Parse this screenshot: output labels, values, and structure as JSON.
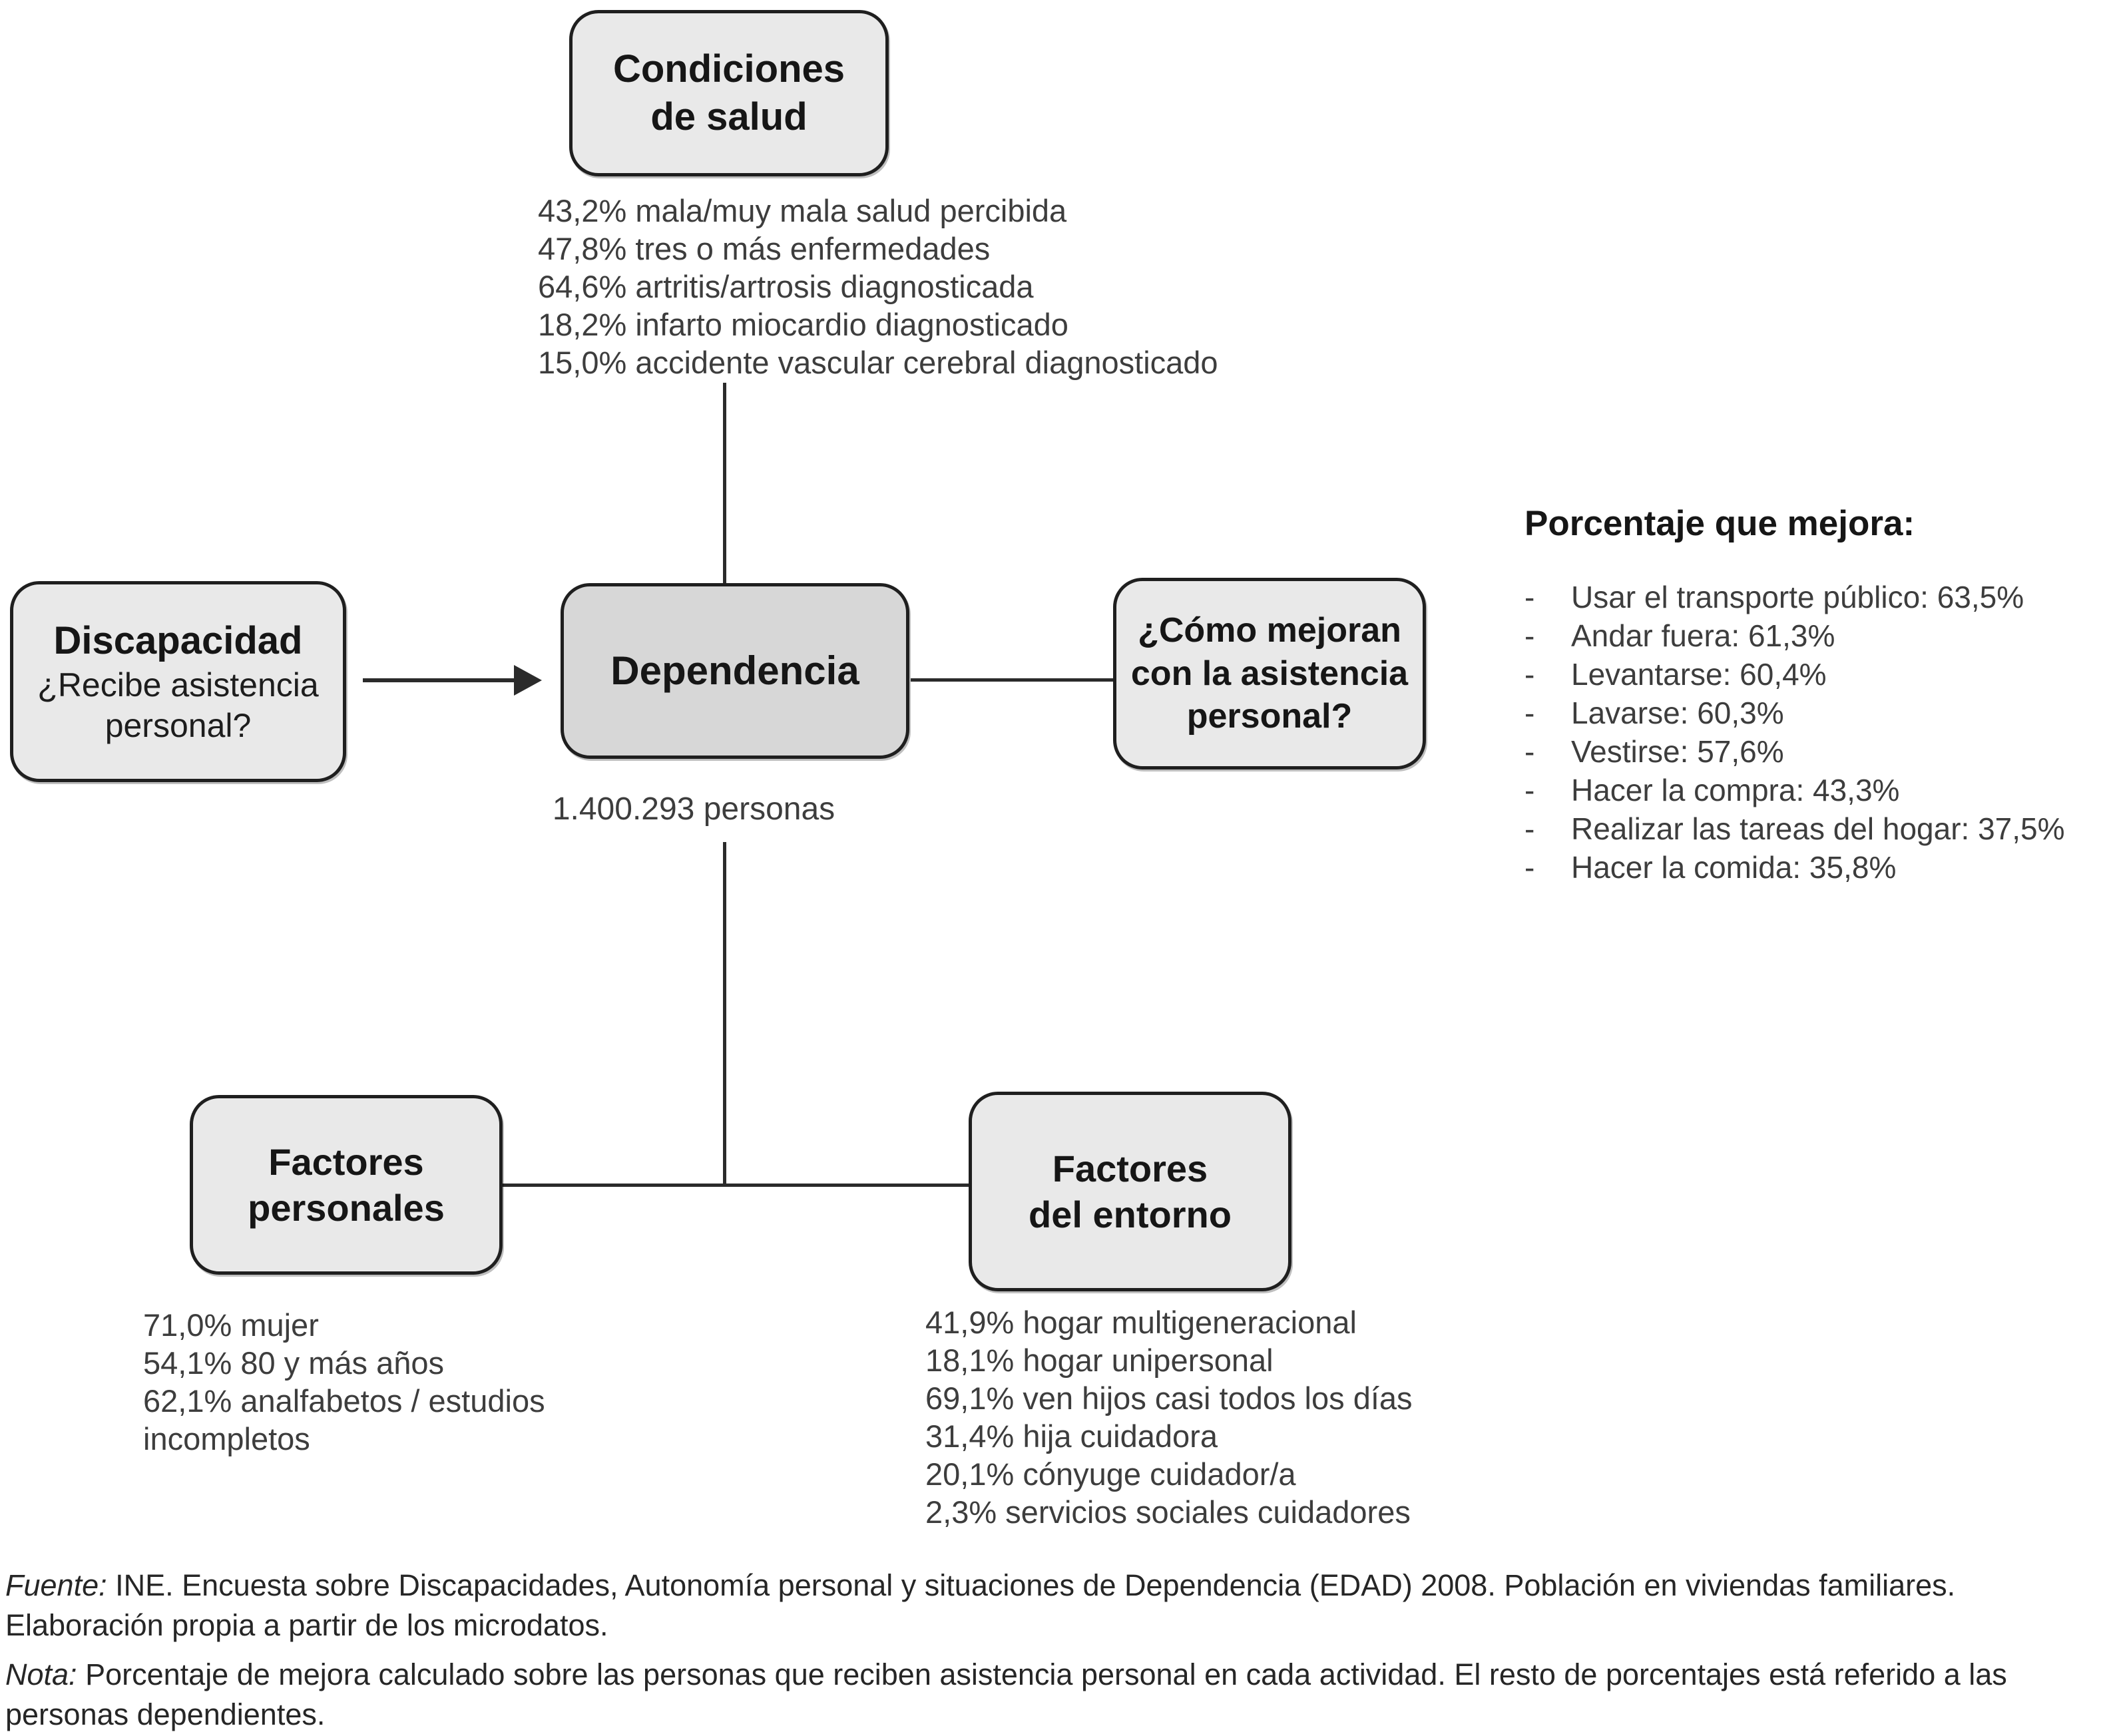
{
  "colors": {
    "box_fill": "#e9e9e9",
    "box_fill_center": "#d7d7d7",
    "box_border": "#1f1f1f",
    "line": "#2b2b2b",
    "title_text": "#161616",
    "body_text": "#3d3d3d"
  },
  "diagram": {
    "condiciones": {
      "title": "Condiciones\nde salud",
      "items": [
        "43,2% mala/muy mala salud percibida",
        "47,8% tres o más enfermedades",
        "64,6% artritis/artrosis diagnosticada",
        "18,2% infarto miocardio diagnosticado",
        "15,0% accidente vascular cerebral diagnosticado"
      ]
    },
    "discapacidad": {
      "title": "Discapacidad",
      "question": "¿Recibe asistencia\npersonal?"
    },
    "dependencia": {
      "title": "Dependencia",
      "count": "1.400.293 personas"
    },
    "como_mejoran": {
      "title": "¿Cómo mejoran\ncon la asistencia\npersonal?"
    },
    "mejora": {
      "title": "Porcentaje que mejora:",
      "bullet": "-",
      "items": [
        "Usar el transporte público: 63,5%",
        "Andar fuera: 61,3%",
        "Levantarse: 60,4%",
        "Lavarse: 60,3%",
        "Vestirse: 57,6%",
        "Hacer la compra: 43,3%",
        "Realizar las tareas del hogar: 37,5%",
        "Hacer la comida: 35,8%"
      ]
    },
    "factores_personales": {
      "title": "Factores\npersonales",
      "items": [
        "71,0% mujer",
        "54,1% 80 y más años",
        "62,1% analfabetos / estudios\nincompletos"
      ]
    },
    "factores_entorno": {
      "title": "Factores\ndel entorno",
      "items": [
        "41,9% hogar multigeneracional",
        "18,1% hogar unipersonal",
        "69,1% ven hijos casi todos los días",
        "31,4% hija cuidadora",
        "20,1% cónyuge cuidador/a",
        "2,3% servicios sociales cuidadores"
      ]
    },
    "fuente": {
      "label": "Fuente:",
      "text": "INE. Encuesta sobre Discapacidades, Autonomía personal y situaciones de Dependencia (EDAD) 2008. Población en viviendas familiares. Elaboración propia a partir de los microdatos."
    },
    "nota": {
      "label": "Nota:",
      "text": "Porcentaje de mejora calculado sobre las personas que reciben asistencia personal en cada actividad. El resto de porcentajes está referido a las personas dependientes."
    }
  }
}
